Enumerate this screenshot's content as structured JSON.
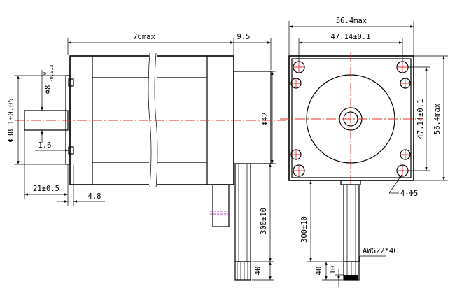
{
  "side_view": {
    "length_label": "76max",
    "flange_label": "9.5",
    "body_height_label": "Φ42",
    "shaft_dia_label": "Φ8",
    "shaft_tol_upper": "0",
    "shaft_tol_lower": "-0.013",
    "boss_dia_label": "Φ38.1±0.05",
    "boss_thickness_label": "1.6",
    "shaft_length_label": "21±0.5",
    "boss_length_label": "4.8",
    "lead_length_label": "300±10",
    "strip_length_label": "40"
  },
  "front_view": {
    "overall_label": "56.4max",
    "hole_spacing_label": "47.14±0.1",
    "hole_spacing_vertical_label": "47.14±0.1",
    "overall_vertical_label": "56.4max",
    "holes_label": "4-Φ5",
    "lead_length_label": "300±10",
    "wire_label": "AWG22*4C",
    "strip_length_label": "40",
    "tin_length_label": "10"
  },
  "colors": {
    "outline": "#000000",
    "centerline": "#e0302a",
    "break_line": "#c23cc8"
  }
}
